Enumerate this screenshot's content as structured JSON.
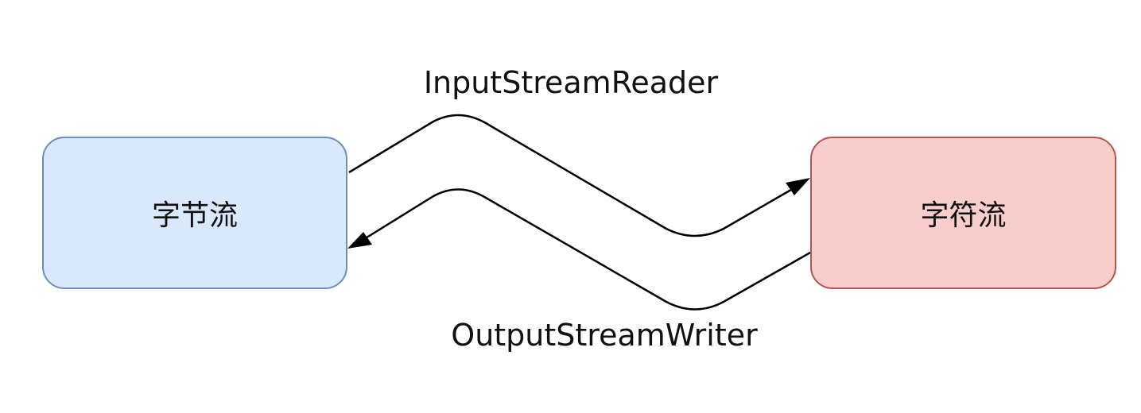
{
  "diagram": {
    "nodes": [
      {
        "id": "byte-stream",
        "label": "字节流",
        "fill": "#dae8fc",
        "stroke": "#6c8ebf"
      },
      {
        "id": "char-stream",
        "label": "字符流",
        "fill": "#f8cecc",
        "stroke": "#b85450"
      }
    ],
    "edges": [
      {
        "id": "input-stream-reader",
        "from": "byte-stream",
        "to": "char-stream",
        "label": "InputStreamReader"
      },
      {
        "id": "output-stream-writer",
        "from": "char-stream",
        "to": "byte-stream",
        "label": "OutputStreamWriter"
      }
    ]
  }
}
